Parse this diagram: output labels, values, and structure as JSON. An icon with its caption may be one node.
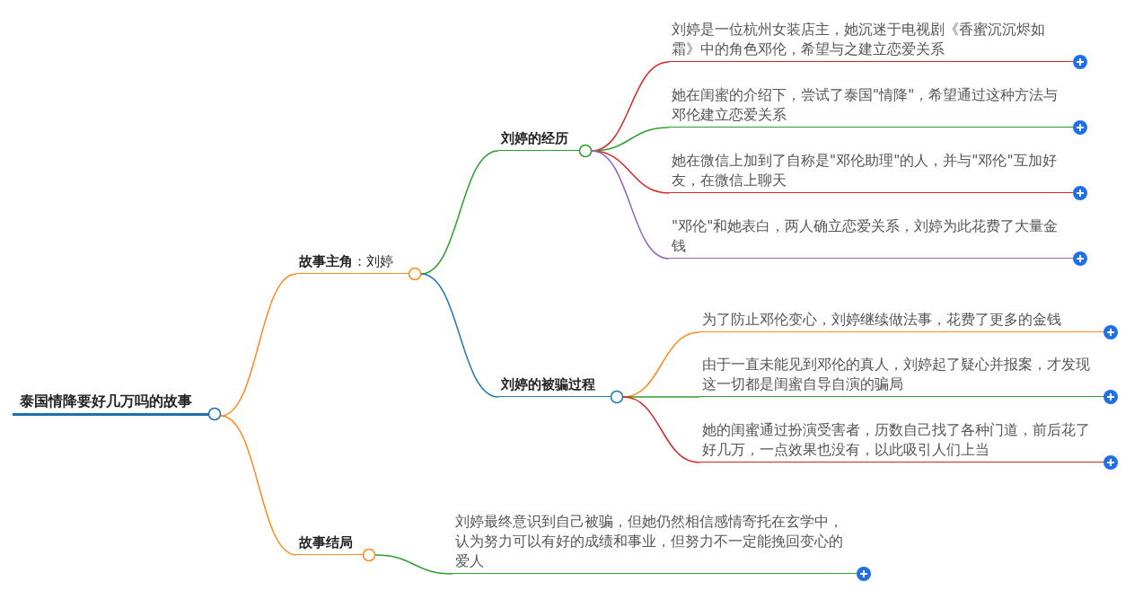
{
  "diagram": {
    "nodes": [
      {
        "text": [
          "泰国情降要好几万吗的故事"
        ]
      },
      {
        "text": [
          "**故事主角**：刘婷"
        ]
      },
      {
        "text": [
          "刘婷的经历"
        ]
      },
      {
        "text": [
          "刘婷是一位杭州女装店主，她沉迷于电视剧《香蜜沉沉烬如霜》中的角色邓伦，希望与之建立恋爱关系"
        ]
      },
      {
        "text": [
          "她在闺蜜的介绍下，尝试了泰国\"情降\"，希望通过这种方法与邓伦建立恋爱关系"
        ]
      },
      {
        "text": [
          "她在微信上加到了自称是\"邓伦助理\"的人，并与\"邓伦\"互加好友，在微信上聊天"
        ]
      },
      {
        "text": [
          "\"邓伦\"和她表白，两人确立恋爱关系，刘婷为此花费了大量金钱"
        ]
      },
      {
        "text": [
          "刘婷的被骗过程"
        ]
      },
      {
        "text": [
          "为了防止邓伦变心，刘婷继续做法事，花费了更多的金钱"
        ]
      },
      {
        "text": [
          "由于一直未能见到邓伦的真人，刘婷起了疑心并报案，才发现这一切都是闺蜜自导自演的骗局"
        ]
      },
      {
        "text": [
          "她的闺蜜通过扮演受害者，历数自己找了各种门道，前后花了好几万，一点效果也没有，以此吸引人们上当"
        ]
      },
      {
        "text": [
          "故事结局"
        ]
      },
      {
        "text": [
          "刘婷最终意识到自己被骗，但她仍然相信感情寄托在玄学中，认为努力可以有好的成绩和事业，但努力不一定能挽回变心的爱人"
        ]
      }
    ],
    "edges": [
      {
        "from": 0,
        "to": 1,
        "arrow": "none",
        "color": "#ff8a1f"
      },
      {
        "from": 1,
        "to": 2,
        "arrow": "none",
        "color": "#2ea02e"
      },
      {
        "from": 2,
        "to": 3,
        "arrow": "none",
        "color": "#d62728"
      },
      {
        "from": 2,
        "to": 4,
        "arrow": "none",
        "color": "#2ea02e"
      },
      {
        "from": 2,
        "to": 5,
        "arrow": "none",
        "color": "#d62728"
      },
      {
        "from": 2,
        "to": 6,
        "arrow": "none",
        "color": "#9467bd"
      },
      {
        "from": 1,
        "to": 7,
        "arrow": "none",
        "color": "#1f77b4"
      },
      {
        "from": 7,
        "to": 8,
        "arrow": "none",
        "color": "#ff8a1f"
      },
      {
        "from": 7,
        "to": 9,
        "arrow": "none",
        "color": "#2ea02e"
      },
      {
        "from": 7,
        "to": 10,
        "arrow": "none",
        "color": "#d62728"
      },
      {
        "from": 0,
        "to": 11,
        "arrow": "none",
        "color": "#ff8a1f"
      },
      {
        "from": 11,
        "to": 12,
        "arrow": "none",
        "color": "#2ea02e"
      }
    ]
  }
}
